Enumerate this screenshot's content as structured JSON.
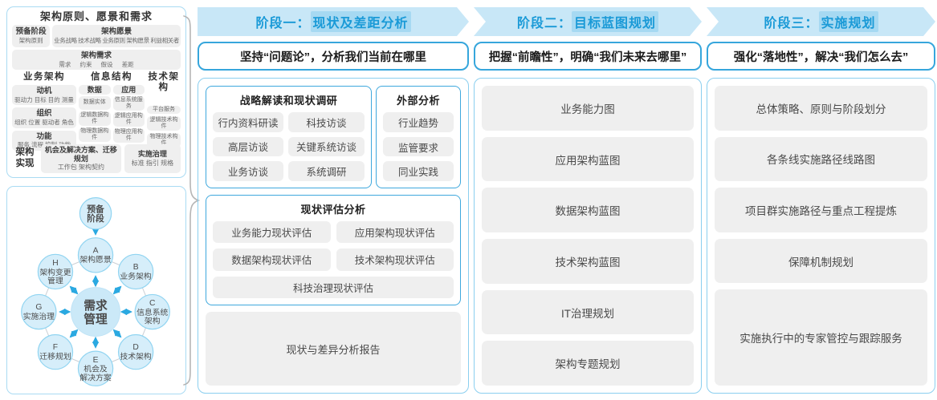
{
  "colors": {
    "accent_blue": "#29A7DE",
    "band_bg": "#C8E7F7",
    "band_text": "#1A9AD7",
    "band_highlight": "#A6D9F2",
    "chip_bg": "#EFEFEF",
    "panel_border": "#A9DBF3",
    "arrow_blue": "#2BA9E1",
    "brace_gray": "#B5B5B5"
  },
  "left_panel": {
    "title": "架构原则、愿景和需求",
    "prep_title": "预备阶段",
    "prep_sub": "架构原则",
    "vision_title": "架构愿景",
    "vision_sub": "业务战略 技术战略 业务原则 架构愿景 利益相关者",
    "req_title": "架构需求",
    "req_sub": "需求 约束 假设 差距",
    "business_title": "业务架构",
    "business_items": [
      {
        "t": "动机",
        "s": "驱动力 目标 目的 测量"
      },
      {
        "t": "组织",
        "s": "组织 位置 驱动者 角色"
      },
      {
        "t": "功能",
        "s": "服务 流程 控制 功能"
      }
    ],
    "info_title": "信息结构",
    "info_data_head": "数据",
    "info_data_items": [
      "数据实体",
      "逻辑数据构件",
      "物理数据构件"
    ],
    "info_app_head": "应用",
    "info_app_items": [
      "信息系统服务",
      "逻辑应用构件",
      "物理应用构件"
    ],
    "tech_title": "技术架构",
    "tech_items": [
      "平台服务",
      "逻辑技术构件",
      "物理技术构件"
    ],
    "impl_label": "架构实现",
    "impl_items": [
      {
        "t": "机会及解决方案、迁移规划",
        "s": "工作包 架构契约"
      },
      {
        "t": "实施治理",
        "s": "标准 指引 规格"
      }
    ]
  },
  "adm": {
    "prep_l1": "预备",
    "prep_l2": "阶段",
    "center_l1": "需求",
    "center_l2": "管理",
    "nodes": [
      {
        "letter": "A",
        "l1": "架构愿景",
        "l2": ""
      },
      {
        "letter": "B",
        "l1": "业务架构",
        "l2": ""
      },
      {
        "letter": "C",
        "l1": "信息系统",
        "l2": "架构"
      },
      {
        "letter": "D",
        "l1": "技术架构",
        "l2": ""
      },
      {
        "letter": "E",
        "l1": "机会及",
        "l2": "解决方案"
      },
      {
        "letter": "F",
        "l1": "迁移规划",
        "l2": ""
      },
      {
        "letter": "G",
        "l1": "实施治理",
        "l2": ""
      },
      {
        "letter": "H",
        "l1": "架构变更",
        "l2": "管理"
      }
    ]
  },
  "phases": [
    {
      "band_prefix": "阶段一：",
      "band_highlight": "现状及差距分析",
      "subtitle": "坚持“问题论”，分析我们当前在哪里",
      "research_title": "战略解读和现状调研",
      "research_items": [
        "行内资料研读",
        "科技访谈",
        "高层访谈",
        "关键系统访谈",
        "业务访谈",
        "系统调研"
      ],
      "external_title": "外部分析",
      "external_items": [
        "行业趋势",
        "监管要求",
        "同业实践"
      ],
      "assessment_title": "现状评估分析",
      "assessment_items": [
        "业务能力现状评估",
        "应用架构现状评估",
        "数据架构现状评估",
        "技术架构现状评估",
        "科技治理现状评估"
      ],
      "report": "现状与差异分析报告"
    },
    {
      "band_prefix": "阶段二：",
      "band_highlight": "目标蓝图规划",
      "subtitle": "把握“前瞻性”，明确“我们未来去哪里”",
      "items": [
        "业务能力图",
        "应用架构蓝图",
        "数据架构蓝图",
        "技术架构蓝图",
        "IT治理规划",
        "架构专题规划"
      ]
    },
    {
      "band_prefix": "阶段三：",
      "band_highlight": "实施规划",
      "subtitle": "强化“落地性”，解决“我们怎么去”",
      "items": [
        "总体策略、原则与阶段划分",
        "各条线实施路径线路图",
        "项目群实施路径与重点工程提炼",
        "保障机制规划",
        "实施执行中的专家管控与跟踪服务"
      ]
    }
  ]
}
